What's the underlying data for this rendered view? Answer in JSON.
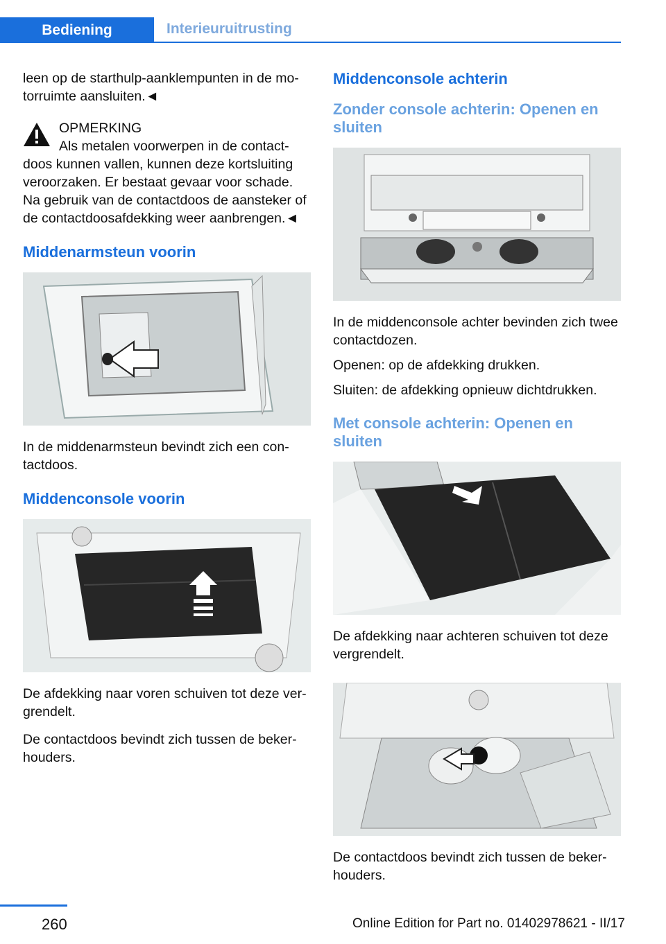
{
  "header": {
    "active_tab": "Bediening",
    "inactive_tab": "Interieuruitrusting"
  },
  "left": {
    "intro_line1": "leen op de starthulp-aanklempunten in de mo-",
    "intro_line2": "torruimte aansluiten.◄",
    "warning_title": "OPMERKING",
    "warning_line1": "Als metalen voorwerpen in de contact-",
    "warning_rest": "doos kunnen vallen, kunnen deze kortsluiting veroorzaken. Er bestaat gevaar voor schade. Na gebruik van de contactdoos de aansteker of de contactdoosafdekking weer aanbrengen.◄",
    "armrest_heading": "Middenarmsteun voorin",
    "armrest_text": "In de middenarmsteun bevindt zich een con-tactdoos.",
    "console_front_heading": "Middenconsole voorin",
    "console_front_text1": "De afdekking naar voren schuiven tot deze ver-grendelt.",
    "console_front_text2": "De contactdoos bevindt zich tussen de beker-houders."
  },
  "right": {
    "heading": "Middenconsole achterin",
    "sub1": "Zonder console achterin: Openen en sluiten",
    "sub1_text1": "In de middenconsole achter bevinden zich twee contactdozen.",
    "sub1_text2": "Openen: op de afdekking drukken.",
    "sub1_text3": "Sluiten: de afdekking opnieuw dichtdrukken.",
    "sub2": "Met console achterin: Openen en sluiten",
    "sub2_text1": "De afdekking naar achteren schuiven tot deze vergrendelt.",
    "sub2_text2": "De contactdoos bevindt zich tussen de beker-houders."
  },
  "footer": {
    "page_number": "260",
    "edition": "Online Edition for Part no. 01402978621 - II/17"
  },
  "colors": {
    "accent": "#1a6fdc",
    "subheading": "#6aa2e0"
  }
}
